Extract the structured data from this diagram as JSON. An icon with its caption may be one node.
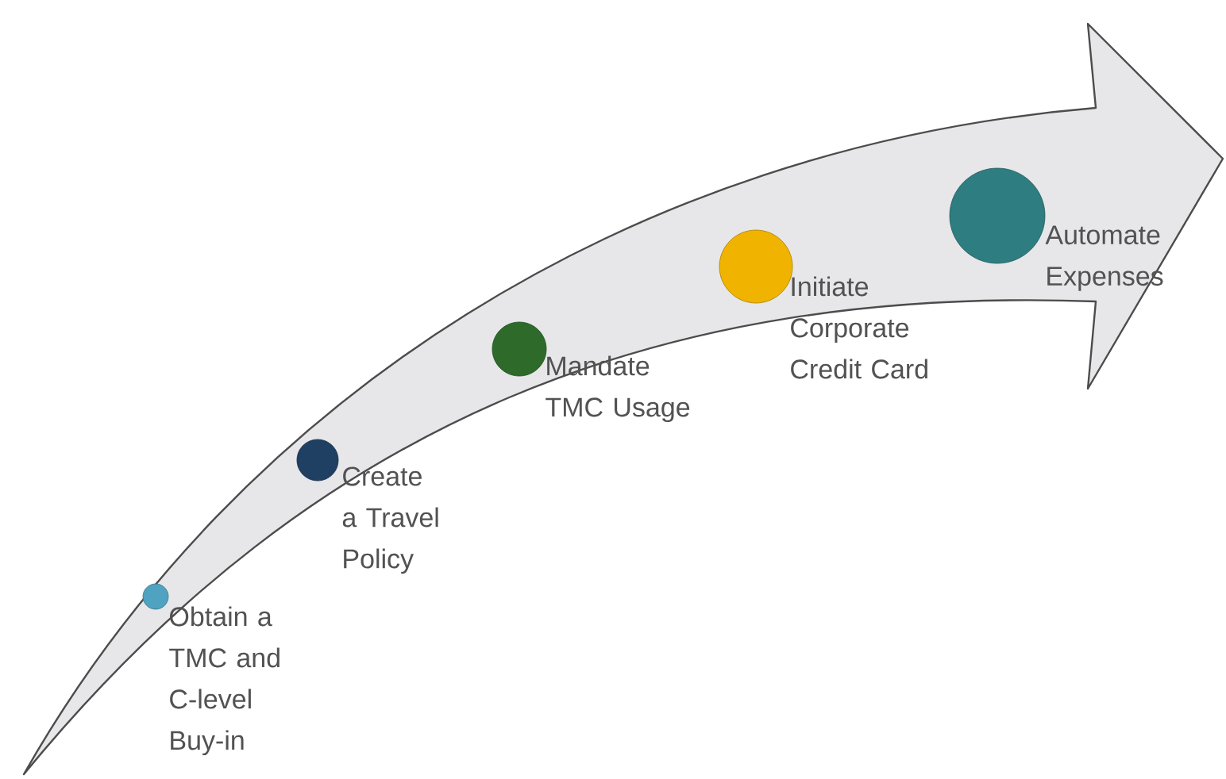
{
  "diagram": {
    "nodes": [
      {
        "text": [],
        "shape": "circle",
        "beside": [
          "Obtain a TMC and C-level Buy-in"
        ]
      },
      {
        "text": [],
        "shape": "circle",
        "beside": [
          "Create a Travel Policy"
        ]
      },
      {
        "text": [],
        "shape": "circle",
        "beside": [
          "Mandate TMC Usage"
        ]
      },
      {
        "text": [],
        "shape": "circle",
        "beside": [
          "Initiate Corporate Credit Card"
        ]
      },
      {
        "text": [],
        "shape": "circle",
        "beside": [
          "Automate Expenses"
        ]
      }
    ]
  }
}
